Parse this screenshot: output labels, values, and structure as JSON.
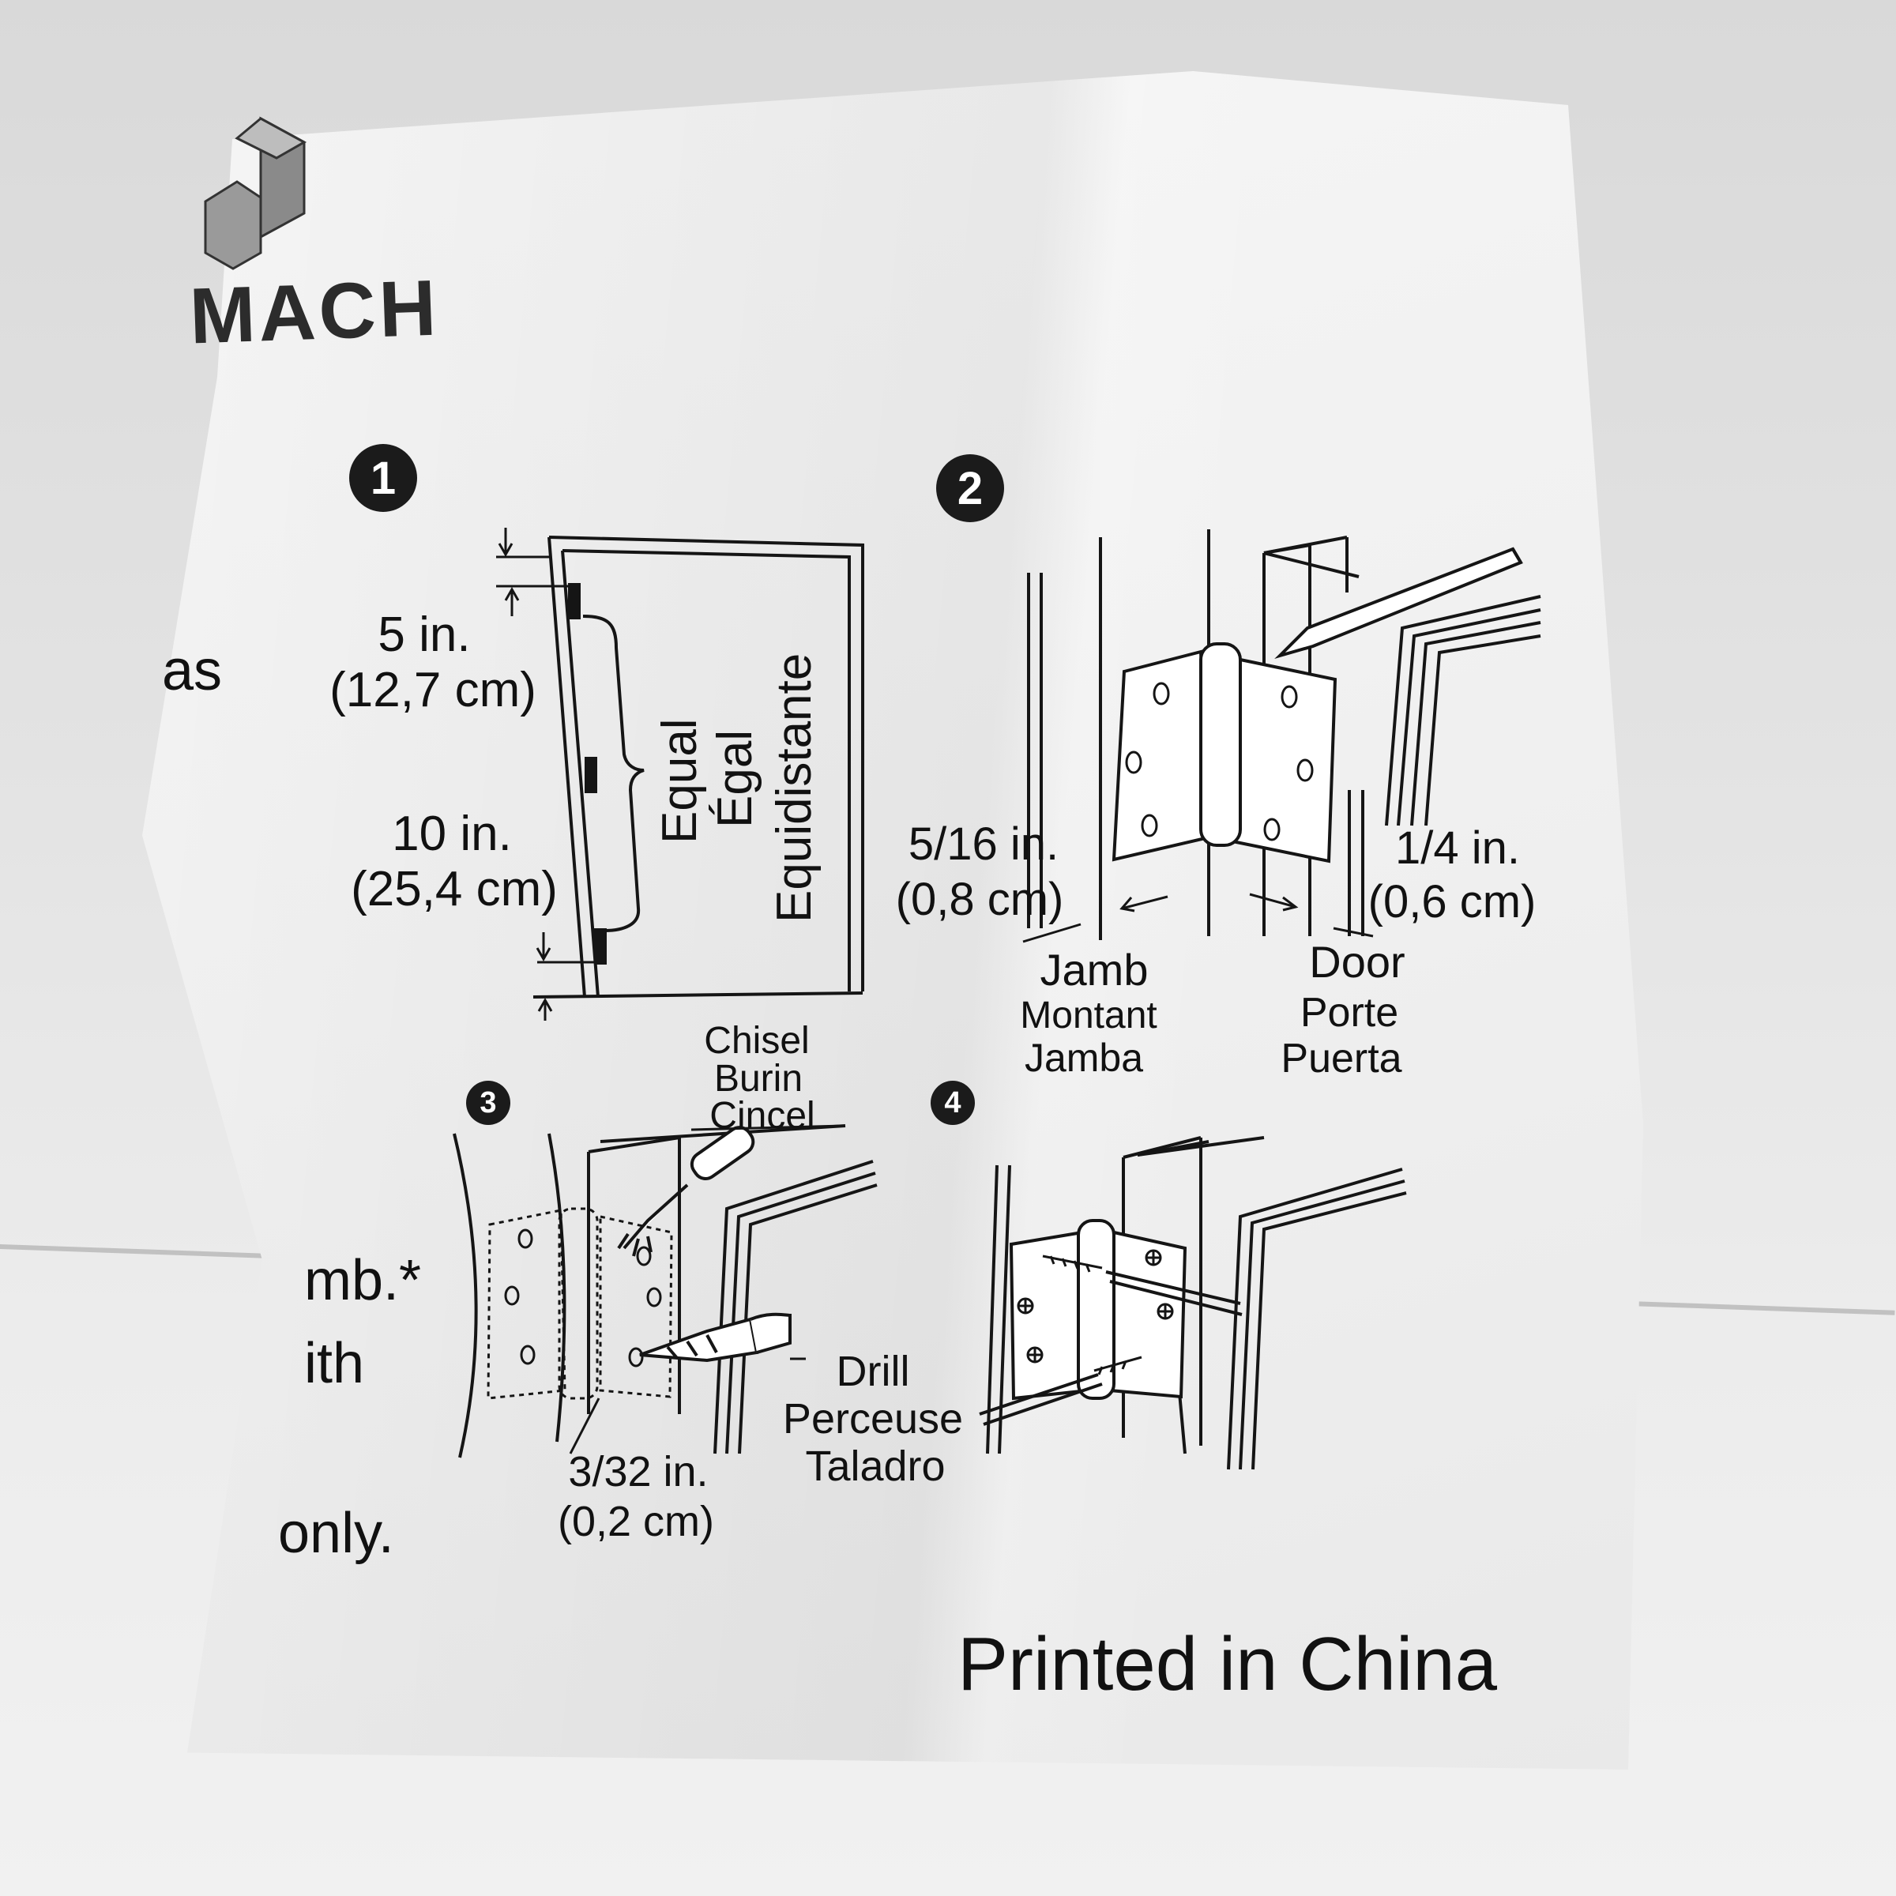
{
  "brand": {
    "logo_text": "MACH",
    "logo_icon": "cube-logo-icon"
  },
  "left_margin_fragments": [
    "as",
    "mb.*",
    "ith",
    "only."
  ],
  "steps": [
    {
      "number": "1"
    },
    {
      "number": "2"
    },
    {
      "number": "3"
    },
    {
      "number": "4"
    }
  ],
  "step1": {
    "top_measure_in": "5 in.",
    "top_measure_cm": "(12,7 cm)",
    "bottom_measure_in": "10 in.",
    "bottom_measure_cm": "(25,4 cm)",
    "equal_labels": [
      "Equal",
      "Égal",
      "Equidistante"
    ]
  },
  "step2": {
    "jamb_offset_in": "5/16 in.",
    "jamb_offset_cm": "(0,8 cm)",
    "door_offset_in": "1/4 in.",
    "door_offset_cm": "(0,6 cm)",
    "jamb_labels": [
      "Jamb",
      "Montant",
      "Jamba"
    ],
    "door_labels": [
      "Door",
      "Porte",
      "Puerta"
    ]
  },
  "step3": {
    "chisel_labels": [
      "Chisel",
      "Burin",
      "Cincel"
    ],
    "drill_labels": [
      "Drill",
      "Perceuse",
      "Taladro"
    ],
    "depth_in": "3/32 in.",
    "depth_cm": "(0,2 cm)"
  },
  "footer": {
    "printed": "Printed in China"
  },
  "colors": {
    "ink": "#111111",
    "paper": "#f2f2f2",
    "background": "#e0e0e0"
  }
}
